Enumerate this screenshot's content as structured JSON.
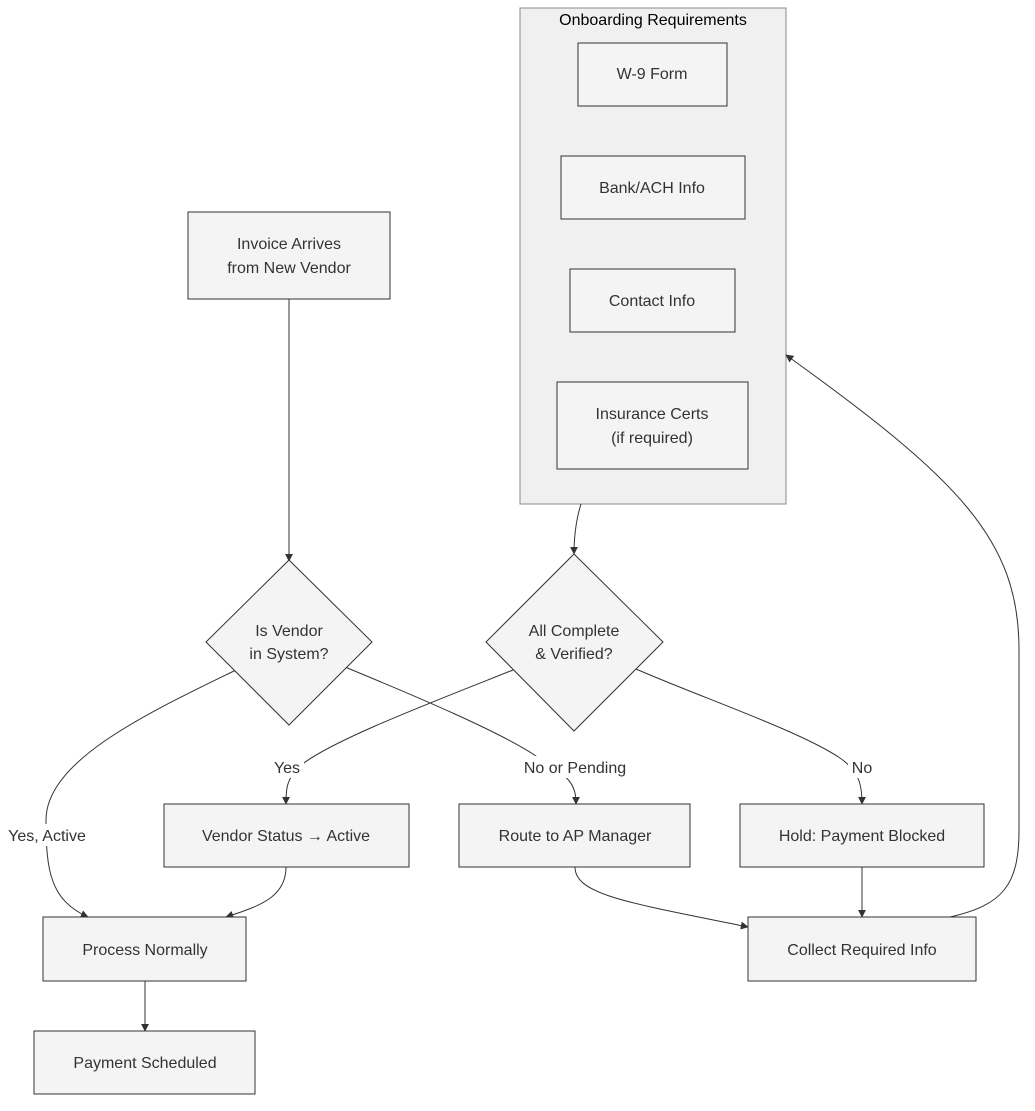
{
  "cluster": {
    "title": "Onboarding Requirements"
  },
  "nodes": {
    "w9": "W-9 Form",
    "bank": "Bank/ACH Info",
    "contact": "Contact Info",
    "insurance": [
      "Insurance Certs",
      "(if required)"
    ],
    "invoice": [
      "Invoice Arrives",
      "from New Vendor"
    ],
    "vendor_check": [
      "Is Vendor",
      "in System?"
    ],
    "complete_check": [
      "All Complete",
      "& Verified?"
    ],
    "status_active": "Vendor Status → Active",
    "route_ap": "Route to AP Manager",
    "hold": "Hold: Payment Blocked",
    "process": "Process Normally",
    "collect": "Collect Required Info",
    "payment": "Payment Scheduled"
  },
  "edge_labels": {
    "yes_active": "Yes, Active",
    "yes": "Yes",
    "no_or_pending": "No or Pending",
    "no": "No"
  },
  "colors": {
    "node_fill": "#f4f4f4",
    "cluster_fill": "#f0f0f0",
    "stroke": "#333333"
  }
}
